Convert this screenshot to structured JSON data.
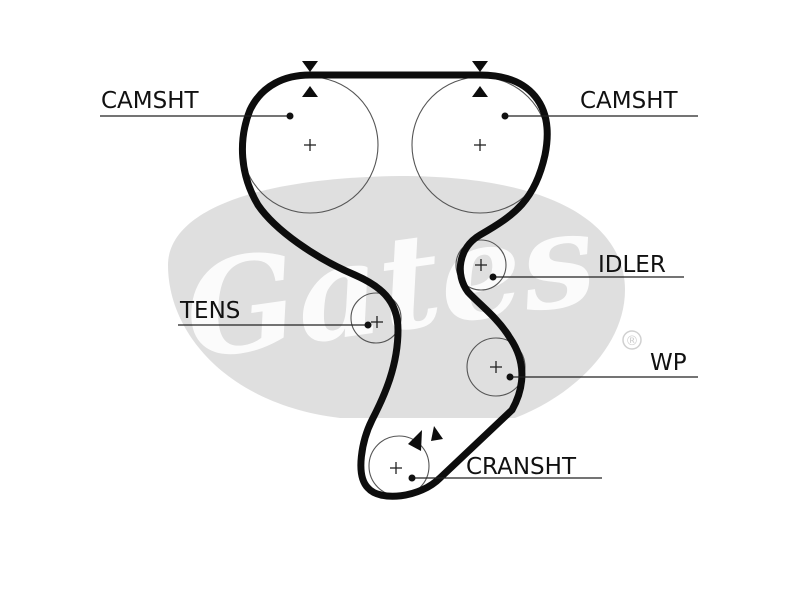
{
  "labels": {
    "camshaft_left": "CAMSHT",
    "camshaft_right": "CAMSHT",
    "idler": "IDLER",
    "tensioner": "TENS",
    "water_pump": "WP",
    "crankshaft": "CRANSHT"
  },
  "watermark": {
    "brand_text": "Gates",
    "color": "#d6d6d6",
    "registered_mark": "®"
  },
  "colors": {
    "belt": "#0d0d0d",
    "pulley_outline": "#555555",
    "text": "#111111",
    "background": "#ffffff"
  }
}
